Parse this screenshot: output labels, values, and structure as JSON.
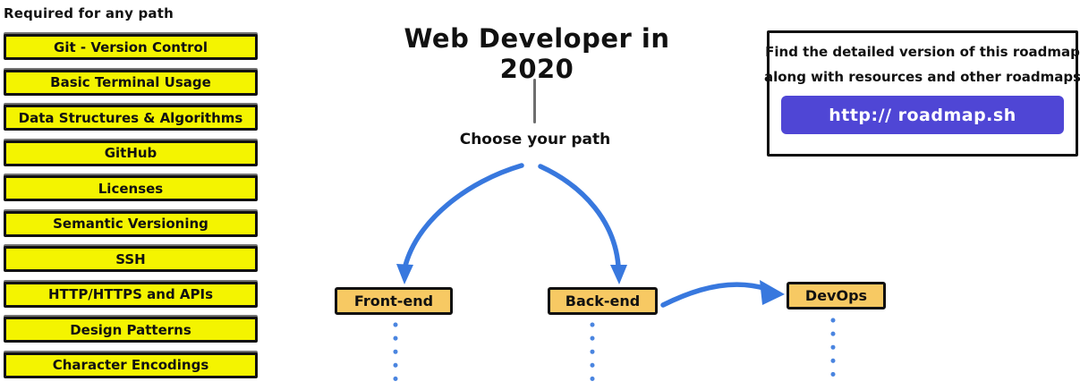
{
  "left_panel": {
    "heading": "Required for any path",
    "items": [
      "Git - Version Control",
      "Basic Terminal Usage",
      "Data Structures & Algorithms",
      "GitHub",
      "Licenses",
      "Semantic Versioning",
      "SSH",
      "HTTP/HTTPS and APIs",
      "Design Patterns",
      "Character Encodings"
    ]
  },
  "center": {
    "title": "Web Developer in 2020",
    "choose_label": "Choose your path",
    "paths": [
      {
        "label": "Front-end"
      },
      {
        "label": "Back-end"
      },
      {
        "label": "DevOps"
      }
    ]
  },
  "info_box": {
    "line1": "Find the detailed version of this roadmap",
    "line2": "along with resources and other roadmaps",
    "button_label": "http:// roadmap.sh"
  },
  "colors": {
    "yellow": "#F4F400",
    "amber": "#F7C963",
    "arrow_blue": "#3878DE",
    "dot_blue": "#4A85E0",
    "purple": "#4F46D5",
    "ink": "#111111",
    "line_gray": "#6E6E6E"
  }
}
